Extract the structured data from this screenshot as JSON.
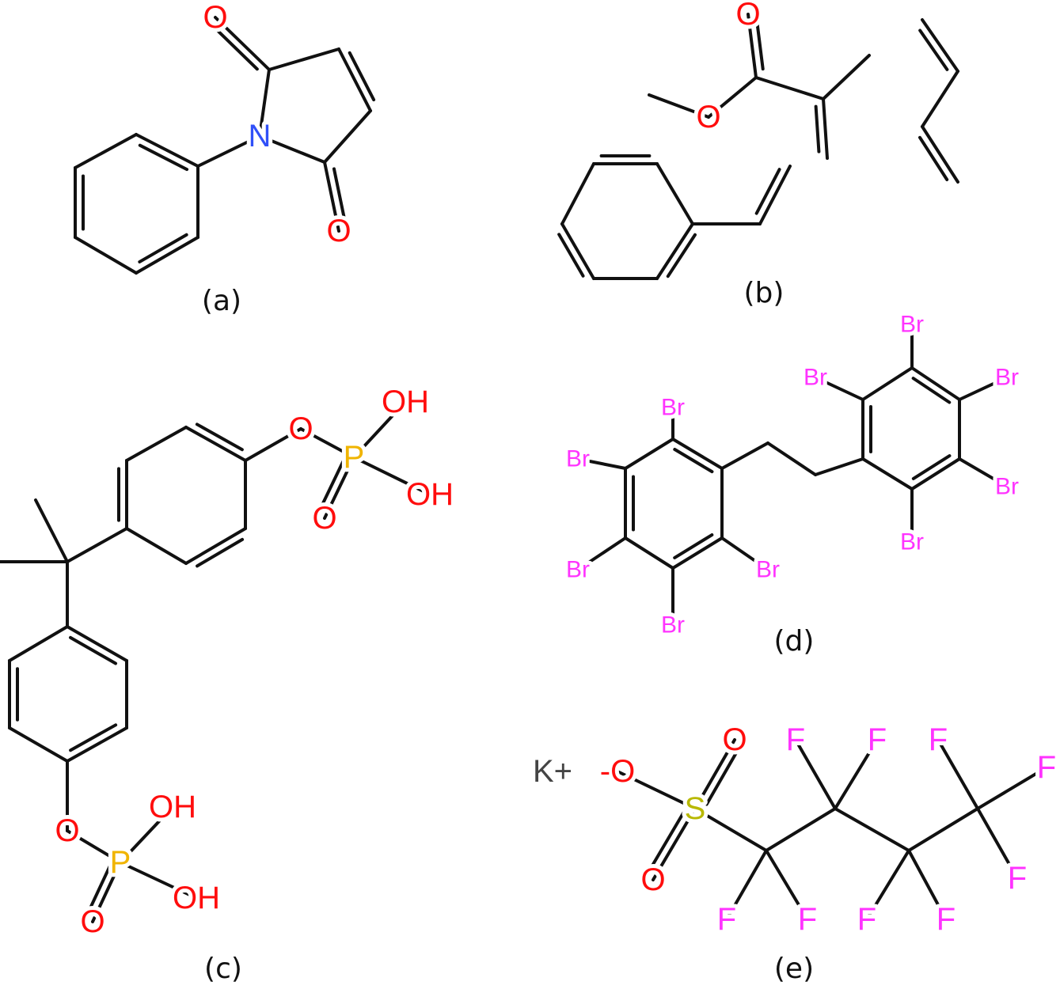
{
  "colors": {
    "O": "#ff0d0d",
    "N": "#3050f8",
    "P": "#f0b400",
    "S": "#b8b800",
    "Br": "#ff33ff",
    "F": "#ff33ff",
    "K": "#444444"
  },
  "molecules": [
    {
      "caption": "(a)",
      "atoms": [
        {
          "text": "O",
          "el": "O"
        },
        {
          "text": "N",
          "el": "N"
        },
        {
          "text": "O",
          "el": "O"
        }
      ]
    },
    {
      "caption": "(b)",
      "atoms": [
        {
          "text": "O",
          "el": "O"
        },
        {
          "text": "O",
          "el": "O"
        }
      ]
    },
    {
      "caption": "(c)",
      "atoms": [
        {
          "text": "O",
          "el": "O"
        },
        {
          "text": "P",
          "el": "P"
        },
        {
          "text": "OH",
          "el": "O"
        },
        {
          "text": "OH",
          "el": "O"
        },
        {
          "text": "O",
          "el": "O"
        },
        {
          "text": "O",
          "el": "O"
        },
        {
          "text": "P",
          "el": "P"
        },
        {
          "text": "OH",
          "el": "O"
        },
        {
          "text": "OH",
          "el": "O"
        },
        {
          "text": "O",
          "el": "O"
        }
      ]
    },
    {
      "caption": "(d)",
      "atoms": [
        {
          "text": "Br",
          "el": "Br"
        },
        {
          "text": "Br",
          "el": "Br"
        },
        {
          "text": "Br",
          "el": "Br"
        },
        {
          "text": "Br",
          "el": "Br"
        },
        {
          "text": "Br",
          "el": "Br"
        },
        {
          "text": "Br",
          "el": "Br"
        },
        {
          "text": "Br",
          "el": "Br"
        },
        {
          "text": "Br",
          "el": "Br"
        },
        {
          "text": "Br",
          "el": "Br"
        },
        {
          "text": "Br",
          "el": "Br"
        }
      ]
    },
    {
      "caption": "(e)",
      "atoms": [
        {
          "text": "K+",
          "el": "K"
        },
        {
          "text": "-O",
          "el": "O"
        },
        {
          "text": "S",
          "el": "S"
        },
        {
          "text": "O",
          "el": "O"
        },
        {
          "text": "O",
          "el": "O"
        },
        {
          "text": "F",
          "el": "F"
        },
        {
          "text": "F",
          "el": "F"
        },
        {
          "text": "F",
          "el": "F"
        },
        {
          "text": "F",
          "el": "F"
        },
        {
          "text": "F",
          "el": "F"
        },
        {
          "text": "F",
          "el": "F"
        },
        {
          "text": "F",
          "el": "F"
        },
        {
          "text": "F",
          "el": "F"
        },
        {
          "text": "F",
          "el": "F"
        }
      ]
    }
  ]
}
